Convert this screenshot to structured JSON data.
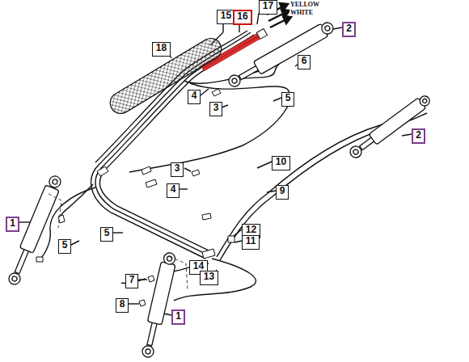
{
  "diagram": {
    "nodes": [
      {
        "text": [
          "17"
        ]
      },
      {
        "text": [
          "15"
        ]
      },
      {
        "text": [
          "16"
        ]
      },
      {
        "text": [
          "2"
        ]
      },
      {
        "text": [
          "18"
        ]
      },
      {
        "text": [
          "6"
        ]
      },
      {
        "text": [
          "4"
        ]
      },
      {
        "text": [
          "3"
        ]
      },
      {
        "text": [
          "5"
        ]
      },
      {
        "text": [
          "2"
        ]
      },
      {
        "text": [
          "10"
        ]
      },
      {
        "text": [
          "3"
        ]
      },
      {
        "text": [
          "4"
        ]
      },
      {
        "text": [
          "9"
        ]
      },
      {
        "text": [
          "1"
        ]
      },
      {
        "text": [
          "12"
        ]
      },
      {
        "text": [
          "5"
        ]
      },
      {
        "text": [
          "11"
        ]
      },
      {
        "text": [
          "5"
        ]
      },
      {
        "text": [
          "14"
        ]
      },
      {
        "text": [
          "13"
        ]
      },
      {
        "text": [
          "7"
        ]
      },
      {
        "text": [
          "8"
        ]
      },
      {
        "text": [
          "1"
        ]
      }
    ],
    "labels": [
      "YELLOW",
      "WHITE"
    ]
  }
}
